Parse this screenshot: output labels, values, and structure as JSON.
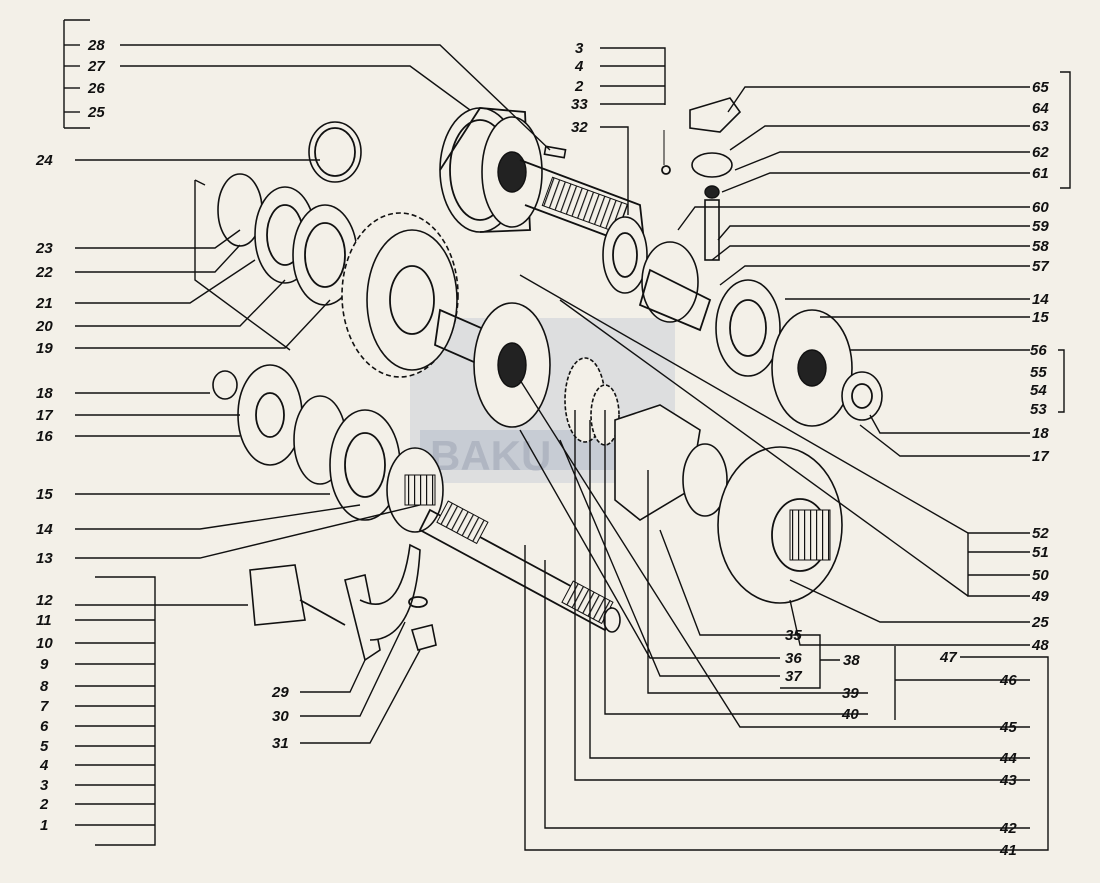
{
  "diagram": {
    "watermark_text": "BAKU",
    "colors": {
      "ink": "#111111",
      "paper": "#f3f0e8",
      "watermark": "#aab6cc"
    },
    "labels": {
      "l28": "28",
      "l27": "27",
      "l26": "26",
      "l25a": "25",
      "l24": "24",
      "l23": "23",
      "l22": "22",
      "l21": "21",
      "l20": "20",
      "l19": "19",
      "l18a": "18",
      "l17a": "17",
      "l16": "16",
      "l15a": "15",
      "l14a": "14",
      "l13": "13",
      "l12": "12",
      "l11": "11",
      "l10": "10",
      "l9": "9",
      "l8": "8",
      "l7": "7",
      "l6": "6",
      "l5": "5",
      "l4a": "4",
      "l3a": "3",
      "l2a": "2",
      "l1": "1",
      "l29": "29",
      "l30": "30",
      "l31": "31",
      "t3": "3",
      "t4": "4",
      "t2": "2",
      "t33": "33",
      "l32": "32",
      "l65": "65",
      "l64": "64",
      "l63": "63",
      "l62": "62",
      "l61": "61",
      "l60": "60",
      "l59": "59",
      "l58": "58",
      "l57": "57",
      "l14b": "14",
      "l15b": "15",
      "l56": "56",
      "l55": "55",
      "l54": "54",
      "l53": "53",
      "l18b": "18",
      "l17b": "17",
      "l52": "52",
      "l51": "51",
      "l50": "50",
      "l49": "49",
      "l25b": "25",
      "l48": "48",
      "l47": "47",
      "l46": "46",
      "l45": "45",
      "l44": "44",
      "l43": "43",
      "l42": "42",
      "l41": "41",
      "l35": "35",
      "l36": "36",
      "l37": "37",
      "l38": "38",
      "l39": "39",
      "l40": "40"
    }
  }
}
